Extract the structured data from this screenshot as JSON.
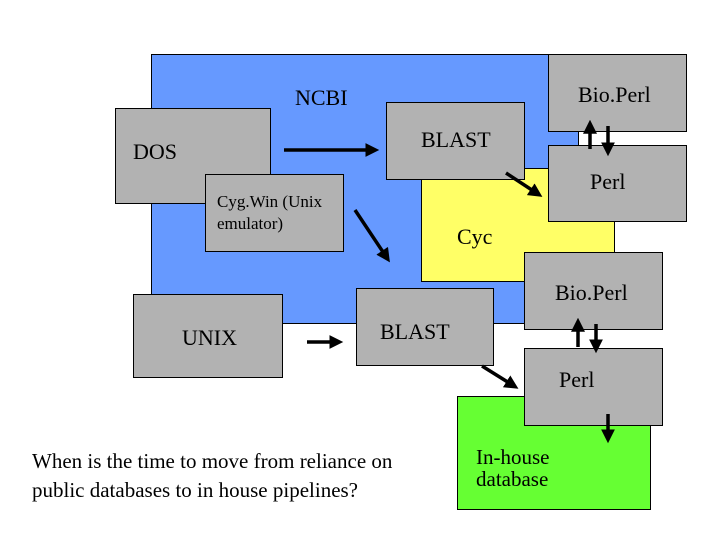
{
  "colors": {
    "ncbi": "#6699ff",
    "cyc": "#ffff66",
    "inhouse": "#66ff33",
    "box": "#b2b2b2"
  },
  "labels": {
    "ncbi": "NCBI",
    "bioperl_top": "Bio.Perl",
    "blast_top": "BLAST",
    "dos": "DOS",
    "perl_top": "Perl",
    "cygwin": "Cyg.Win (Unix emulator)",
    "cyc": "Cyc",
    "bioperl_bottom": "Bio.Perl",
    "unix": "UNIX",
    "blast_bottom": "BLAST",
    "perl_bottom": "Perl",
    "inhouse": "In-house database"
  },
  "question": "When is the time to move from reliance on public databases to in house pipelines?"
}
